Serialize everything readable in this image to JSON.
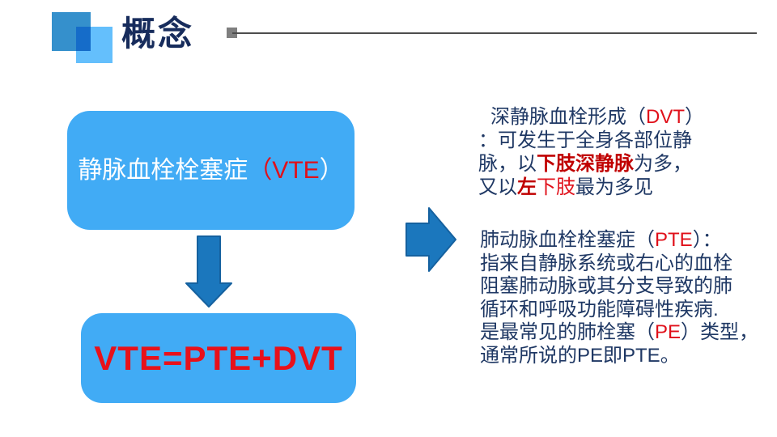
{
  "slide": {
    "title": "概念",
    "colors": {
      "box_blue": "#41ABF5",
      "arrow_blue": "#1B77BD",
      "arrow_border": "#15619F",
      "title_navy": "#172C5C",
      "body_navy": "#1F3864",
      "acronym_red": "#E0101A",
      "highlight_red": "#C00000",
      "square_back_blue": "#3590CC",
      "square_front_blue": "#64BFFC",
      "header_gray": "#7F7F7F"
    }
  },
  "flow": {
    "box1": {
      "segments": [
        {
          "t": "静脉血栓栓塞症",
          "c": "white"
        },
        {
          "t": "（VTE",
          "c": "red"
        },
        {
          "t": "）",
          "c": "white"
        }
      ]
    },
    "box2": {
      "formula": "VTE=PTE+DVT"
    },
    "arrows": [
      "down-arrow",
      "right-arrow"
    ]
  },
  "right_panel": {
    "paragraph1": {
      "lines": [
        [
          {
            "t": "深静脉血栓形成（",
            "c": "navy"
          },
          {
            "t": "DVT",
            "c": "red"
          },
          {
            "t": "）",
            "c": "navy"
          }
        ],
        [
          {
            "t": "：可发生于全身各部位静",
            "c": "navy"
          }
        ],
        [
          {
            "t": "脉，以",
            "c": "navy"
          },
          {
            "t": "下肢深静脉",
            "c": "redbold"
          },
          {
            "t": "为多，",
            "c": "navy"
          }
        ],
        [
          {
            "t": "又以",
            "c": "navy"
          },
          {
            "t": "左",
            "c": "redbold"
          },
          {
            "t": "下肢",
            "c": "red"
          },
          {
            "t": "最为多见",
            "c": "navy"
          }
        ]
      ]
    },
    "paragraph2": {
      "lines": [
        [
          {
            "t": "肺动脉血栓栓塞症（",
            "c": "navy"
          },
          {
            "t": "PTE",
            "c": "red"
          },
          {
            "t": "）：",
            "c": "navy"
          }
        ],
        [
          {
            "t": "指来自静脉系统或右心的血栓",
            "c": "navy"
          }
        ],
        [
          {
            "t": "阻塞肺动脉或其分支导致的肺",
            "c": "navy"
          }
        ],
        [
          {
            "t": "循环和呼吸功能障碍性疾病.",
            "c": "navy"
          }
        ],
        [
          {
            "t": "是最常见的肺栓塞（",
            "c": "navy"
          },
          {
            "t": "PE",
            "c": "red"
          },
          {
            "t": "）类型，",
            "c": "navy"
          }
        ],
        [
          {
            "t": "通常所说的PE即PTE。",
            "c": "navy"
          }
        ]
      ]
    }
  }
}
